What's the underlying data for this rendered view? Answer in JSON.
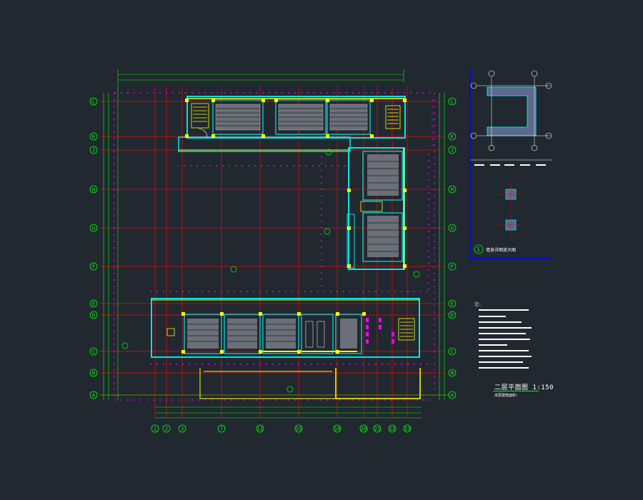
{
  "drawing": {
    "plan_title": "二层平面图 1:150",
    "plan_subtitle": "本层建筑面积:",
    "detail_caption": "墙身详图放大图",
    "detail_number": "1",
    "notes_heading": "注:"
  },
  "axes": {
    "left_labels": [
      "L",
      "K",
      "J",
      "H",
      "G",
      "F",
      "E",
      "D",
      "C",
      "B",
      "A"
    ],
    "bottom_labels": [
      "1",
      "2",
      "3",
      "7",
      "11",
      "15",
      "18",
      "20",
      "21",
      "22",
      "23"
    ]
  },
  "colors": {
    "background": "#212830",
    "wall": "#00e5e5",
    "column": "#ffff00",
    "grid_line": "#ff0000",
    "dimension": "#00ff00",
    "annotation": "#ff00ff",
    "text": "#ffffff",
    "detail_frame": "#0000ff"
  }
}
